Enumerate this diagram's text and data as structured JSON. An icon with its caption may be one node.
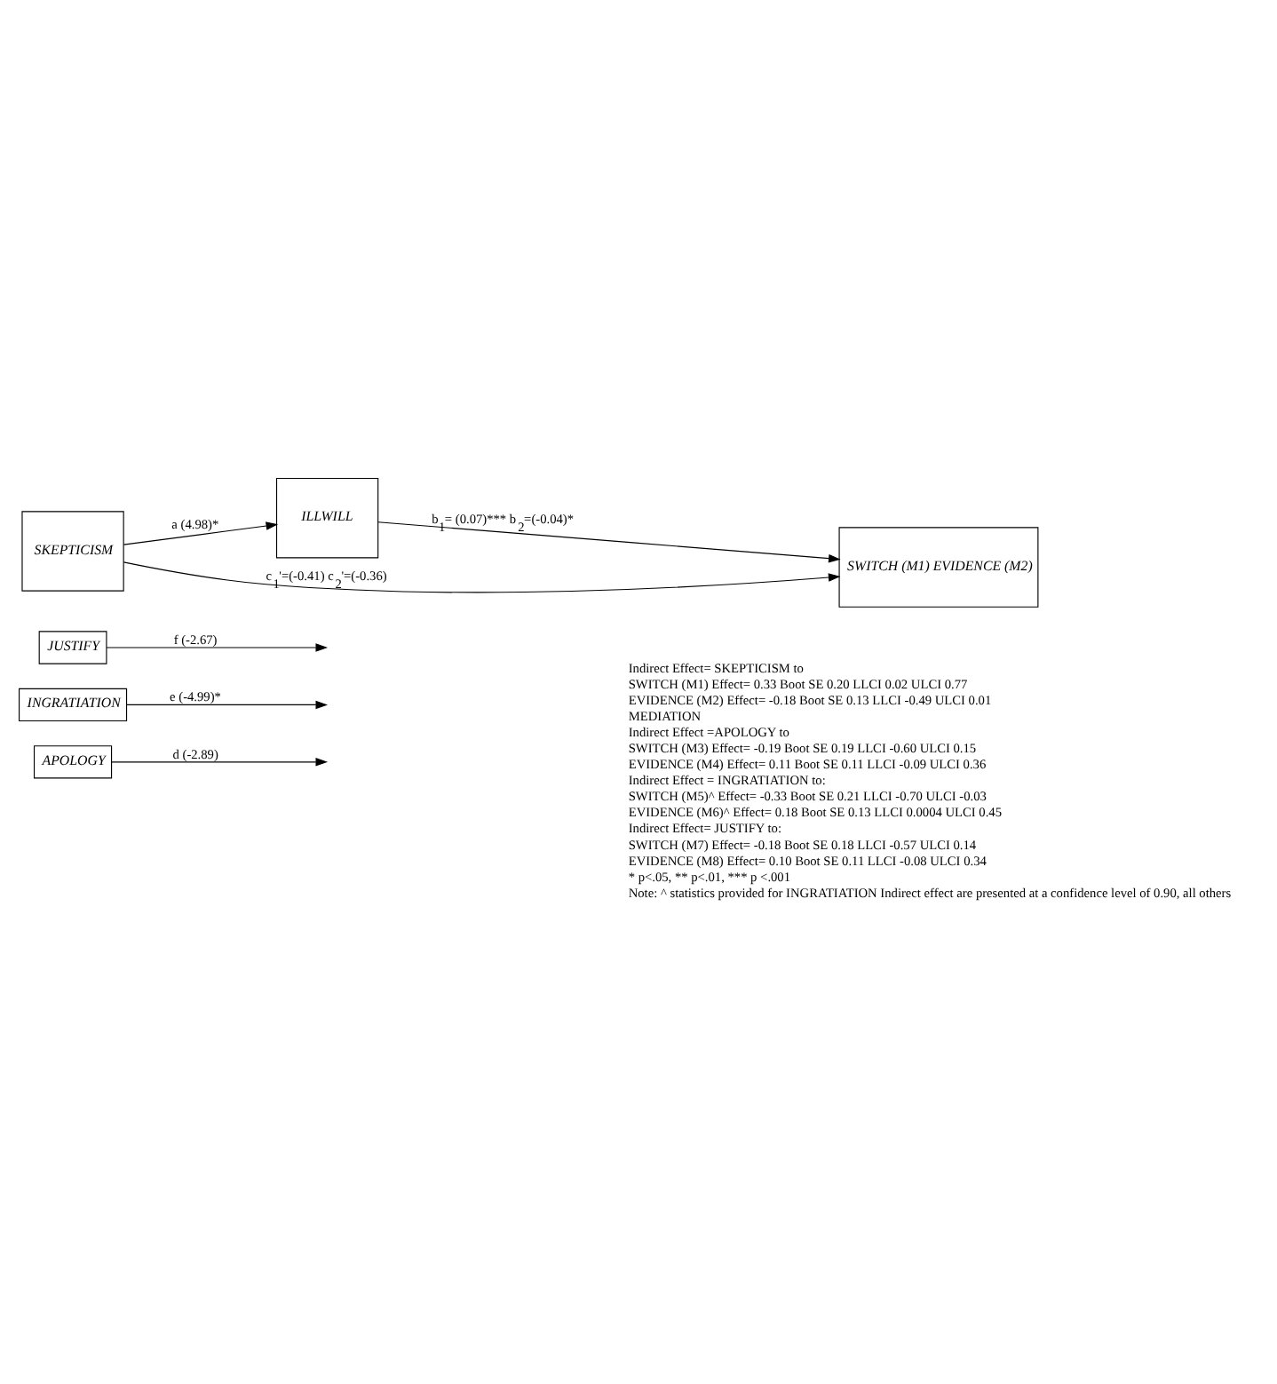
{
  "diagram": {
    "nodes": [
      {
        "text": [
          "APOLOGY"
        ]
      },
      {
        "text": [
          "INGRATIATION"
        ]
      },
      {
        "text": [
          "JUSTIFY"
        ]
      },
      {
        "text": [
          "ILLWILL"
        ]
      },
      {
        "text": [
          "SKEPTICISM"
        ]
      },
      {
        "text": [
          "SWITCH (M1) EVIDENCE (M2)"
        ]
      }
    ],
    "edges": [
      {
        "from": 0,
        "to": null,
        "arrow": "to",
        "label": "d (-2.89)"
      },
      {
        "from": 1,
        "to": null,
        "arrow": "to",
        "label": "e (-4.99)*"
      },
      {
        "from": 2,
        "to": null,
        "arrow": "to",
        "label": "f (-2.67)"
      },
      {
        "from": 4,
        "to": 3,
        "arrow": "to",
        "label": "a (4.98)*"
      },
      {
        "from": 3,
        "to": 5,
        "arrow": "to",
        "label": "b$_{1}$= (0.07)*** b$_{2}$=(-0.04)*"
      },
      {
        "from": 4,
        "to": 5,
        "arrow": "to",
        "label": "c$_{1}$'=(-0.41) c$_{2}$'=(-0.36)"
      }
    ],
    "labels": [
      "Indirect Effect= SKEPTICISM to",
      "SWITCH (M1) Effect= 0.33 Boot SE 0.20 LLCI 0.02 ULCI 0.77",
      "EVIDENCE (M2) Effect= -0.18 Boot SE 0.13 LLCI -0.49 ULCI 0.01",
      "MEDIATION",
      "Indirect Effect =APOLOGY to",
      "SWITCH (M3) Effect= -0.19 Boot SE 0.19 LLCI -0.60 ULCI 0.15",
      "EVIDENCE (M4) Effect= 0.11 Boot SE 0.11 LLCI -0.09 ULCI 0.36",
      "Indirect Effect = INGRATIATION to:",
      "SWITCH (M5)^ Effect= -0.33 Boot SE 0.21 LLCI -0.70 ULCI -0.03",
      "EVIDENCE (M6)^ Effect= 0.18 Boot SE 0.13 LLCI 0.0004 ULCI 0.45",
      "Indirect Effect= JUSTIFY to:",
      "SWITCH (M7) Effect= -0.18 Boot SE 0.18 LLCI -0.57 ULCI 0.14",
      "EVIDENCE (M8) Effect= 0.10 Boot SE 0.11 LLCI -0.08 ULCI 0.34",
      "* p<.05, ** p<.01, *** p <.001",
      "Note: ^ statistics provided for INGRATIATION Indirect effect are presented at a confidence level of 0.90, all others"
    ]
  }
}
